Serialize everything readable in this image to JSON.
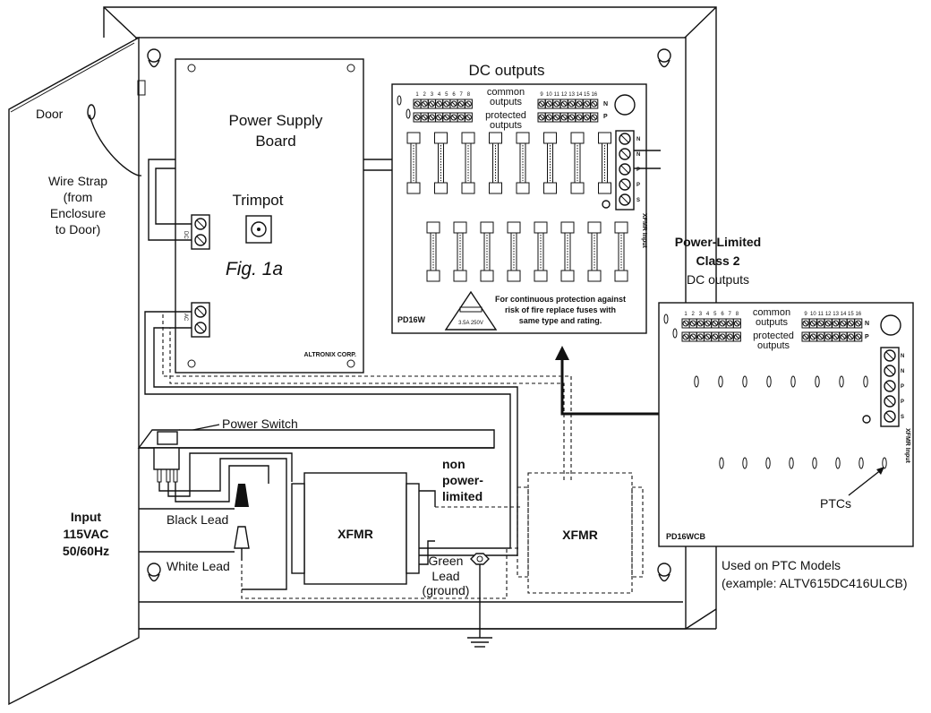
{
  "labels": {
    "door": "Door",
    "wire_strap": [
      "Wire Strap",
      "(from",
      "Enclosure",
      "to Door)"
    ],
    "power_supply_board": [
      "Power Supply",
      "Board"
    ],
    "trimpot": "Trimpot",
    "fig": "Fig. 1a",
    "altronix": "ALTRONIX CORP.",
    "dc_outputs_top": "DC outputs",
    "common_outputs": [
      "common",
      "outputs"
    ],
    "protected_outputs": [
      "protected",
      "outputs"
    ],
    "pd16w": "PD16W",
    "fuse_rating": "3.5A 250V",
    "fuse_warning": [
      "For continuous protection against",
      "risk of fire replace fuses with",
      "same type and rating."
    ],
    "power_limited": [
      "Power-Limited",
      "Class 2"
    ],
    "dc_outputs_right": "DC outputs",
    "pd16wcb": "PD16WCB",
    "ptcs": "PTCs",
    "used_on": [
      "Used on PTC Models",
      "(example: ALTV615DC416ULCB)"
    ],
    "power_switch": "Power Switch",
    "non_power_limited": [
      "non",
      "power-",
      "limited"
    ],
    "xfmr": "XFMR",
    "black_lead": "Black Lead",
    "white_lead": "White Lead",
    "green_lead": [
      "Green",
      "Lead",
      "(ground)"
    ],
    "input": [
      "Input",
      "115VAC",
      "50/60Hz"
    ],
    "xfmr_input": "XFMR Input",
    "term_nums_left": [
      "1",
      "2",
      "3",
      "4",
      "5",
      "6",
      "7",
      "8"
    ],
    "term_nums_right": [
      "9",
      "10",
      "11",
      "12",
      "13",
      "14",
      "15",
      "16"
    ],
    "np": [
      "N",
      "P"
    ],
    "npnps": [
      "N",
      "N",
      "P",
      "P",
      "S"
    ],
    "dc_term": "DC",
    "ac_term": "AC"
  }
}
